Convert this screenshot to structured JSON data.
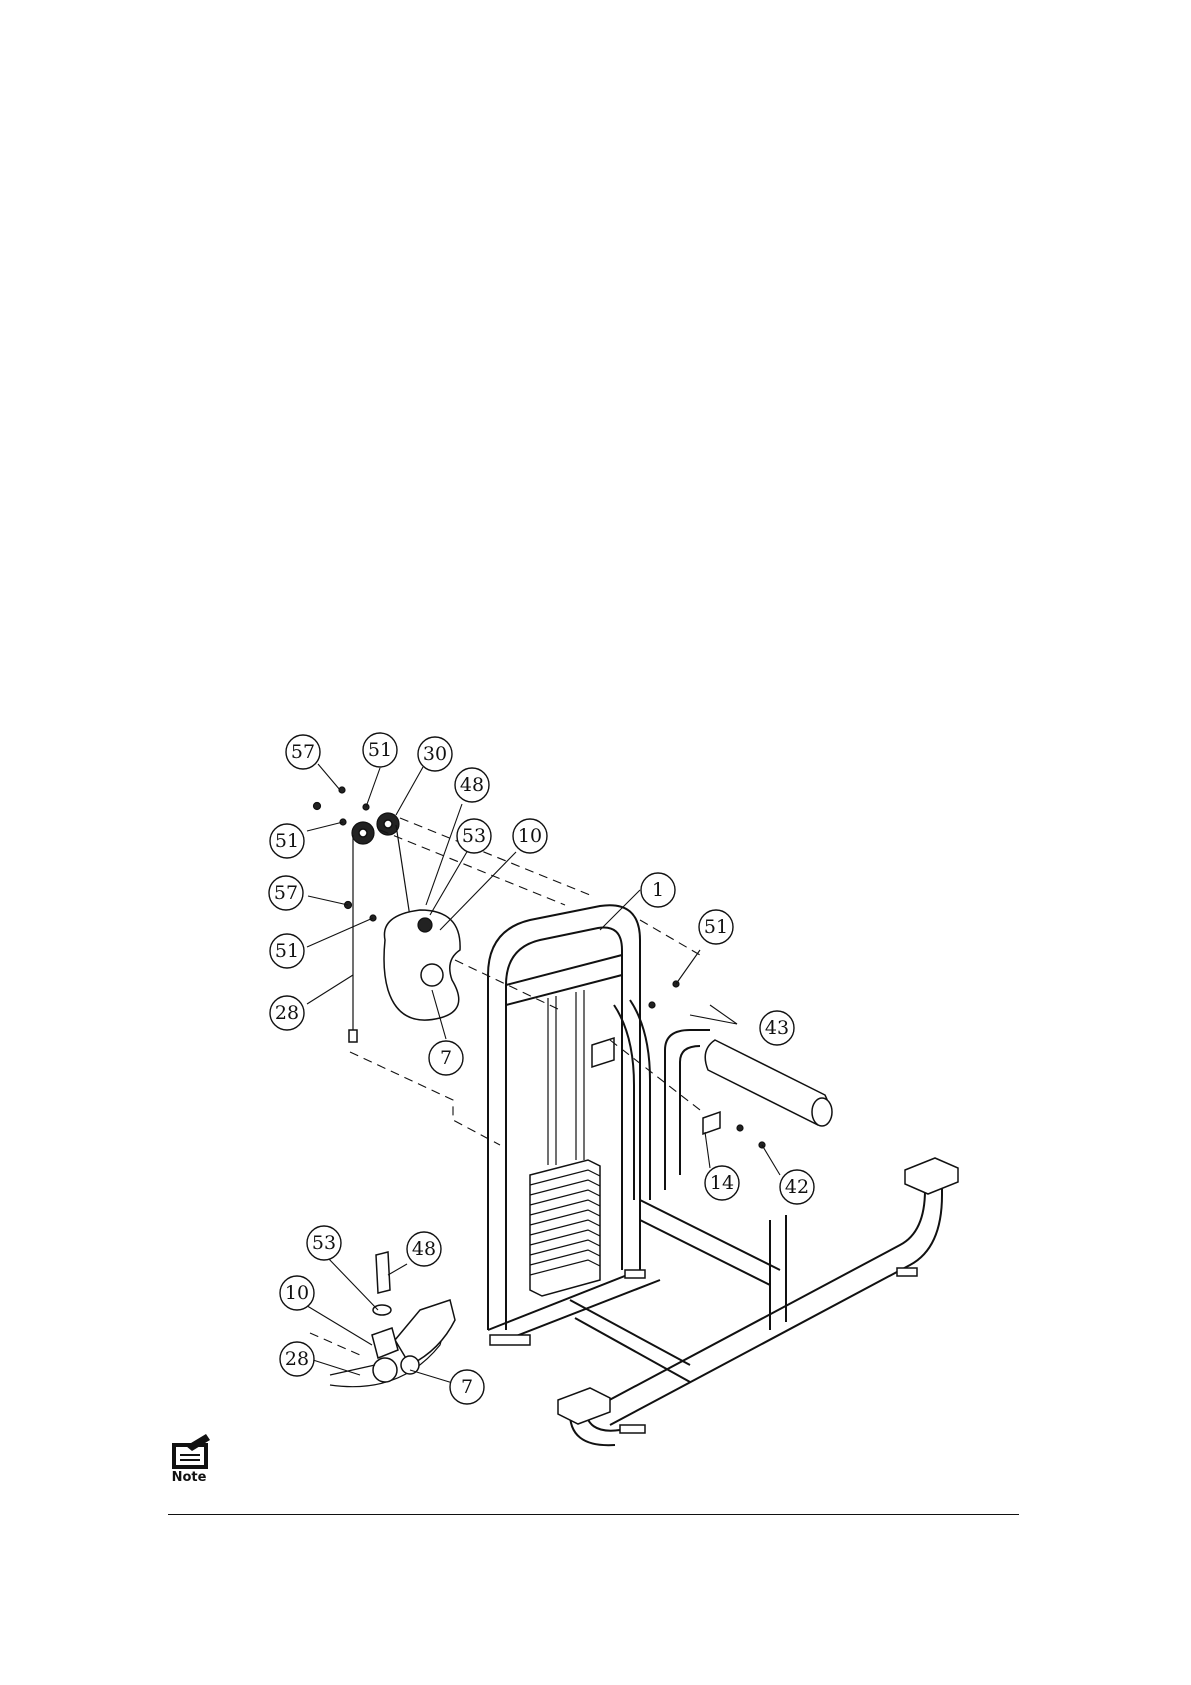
{
  "note": {
    "icon": "note-icon",
    "label": "Note"
  },
  "callouts": [
    {
      "id": "c-57-top",
      "label": "57"
    },
    {
      "id": "c-51-top",
      "label": "51"
    },
    {
      "id": "c-30",
      "label": "30"
    },
    {
      "id": "c-48-top",
      "label": "48"
    },
    {
      "id": "c-51-left",
      "label": "51"
    },
    {
      "id": "c-53-top",
      "label": "53"
    },
    {
      "id": "c-10-top",
      "label": "10"
    },
    {
      "id": "c-1",
      "label": "1"
    },
    {
      "id": "c-57-mid",
      "label": "57"
    },
    {
      "id": "c-51-right",
      "label": "51"
    },
    {
      "id": "c-51-mid",
      "label": "51"
    },
    {
      "id": "c-43",
      "label": "43"
    },
    {
      "id": "c-28-top",
      "label": "28"
    },
    {
      "id": "c-7-top",
      "label": "7"
    },
    {
      "id": "c-14",
      "label": "14"
    },
    {
      "id": "c-42",
      "label": "42"
    },
    {
      "id": "c-53-detail",
      "label": "53"
    },
    {
      "id": "c-48-detail",
      "label": "48"
    },
    {
      "id": "c-10-detail",
      "label": "10"
    },
    {
      "id": "c-28-detail",
      "label": "28"
    },
    {
      "id": "c-7-detail",
      "label": "7"
    }
  ]
}
